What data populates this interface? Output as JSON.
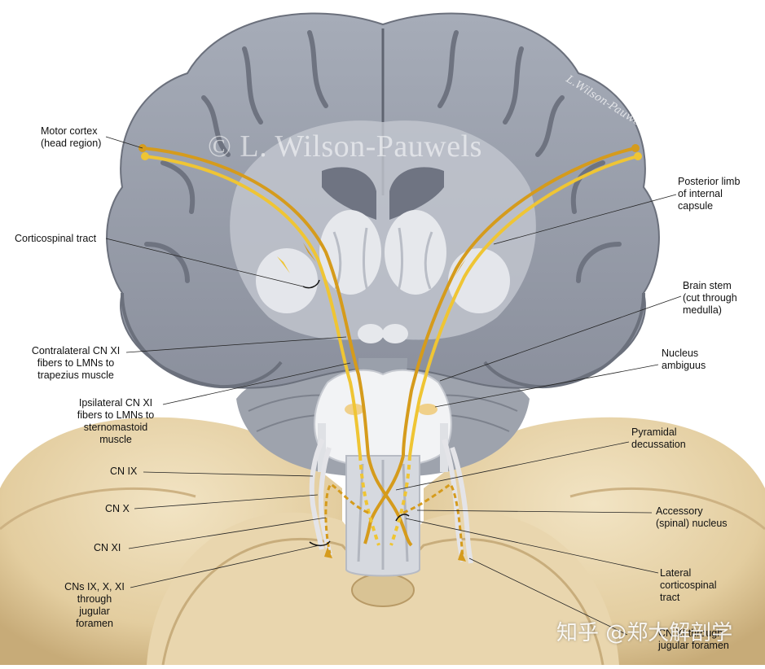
{
  "copyright": "© L. Wilson-Pauwels",
  "signature": "L.Wilson-Pauwels",
  "watermark": "知乎 @郑大解剖学",
  "labels": {
    "motor_cortex": "Motor cortex\n(head region)",
    "corticospinal_tract": "Corticospinal tract",
    "contralateral_cn_xi": "Contralateral CN XI\nfibers to LMNs to\ntrapezius muscle",
    "ipsilateral_cn_xi": "Ipsilateral CN XI\nfibers to LMNs to\nsternomastoid\nmuscle",
    "cn_ix": "CN IX",
    "cn_x": "CN X",
    "cn_xi": "CN XI",
    "cns_jugular": "CNs IX, X, XI\nthrough\njugular\nforamen",
    "posterior_limb": "Posterior limb\nof internal\ncapsule",
    "brain_stem": "Brain stem\n(cut through\nmedulla)",
    "nucleus_ambiguus": "Nucleus\nambiguus",
    "pyramidal_decussation": "Pyramidal\ndecussation",
    "accessory_nucleus": "Accessory\n(spinal) nucleus",
    "lateral_corticospinal": "Lateral\ncorticospinal\ntract",
    "cn_xi_jugular": "CN XI through\njugular foramen"
  },
  "colors": {
    "brain_gray": "#9aa0ad",
    "brain_dark": "#6e7482",
    "white_matter": "#d8dbe2",
    "skull": "#e6d3ab",
    "skull_dark": "#c9b081",
    "tract_gold": "#d9a21f",
    "tract_yellow": "#f0c832"
  }
}
